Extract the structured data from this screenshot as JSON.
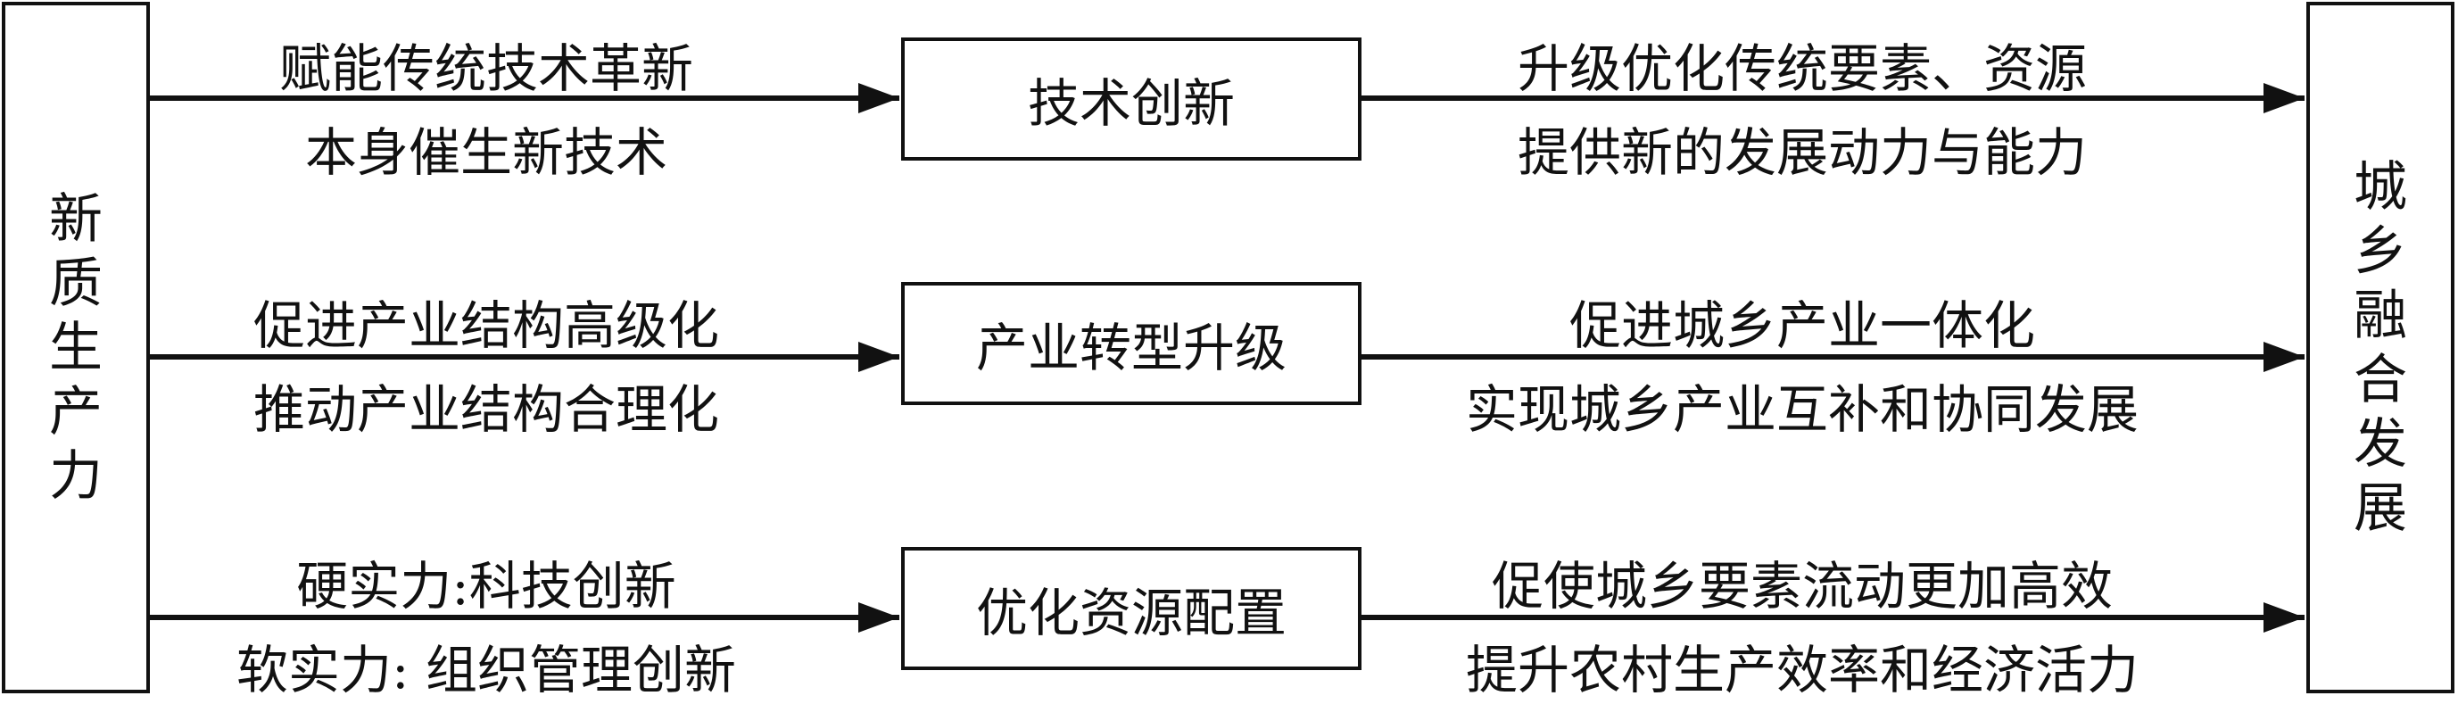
{
  "left_node": "新质生产力",
  "right_node": "城乡融合发展",
  "rows": [
    {
      "middle": "技术创新",
      "in_top": "赋能传统技术革新",
      "in_bottom": "本身催生新技术",
      "out_top": "升级优化传统要素、资源",
      "out_bottom": "提供新的发展动力与能力"
    },
    {
      "middle": "产业转型升级",
      "in_top": "促进产业结构高级化",
      "in_bottom": "推动产业结构合理化",
      "out_top": "促进城乡产业一体化",
      "out_bottom": "实现城乡产业互补和协同发展"
    },
    {
      "middle": "优化资源配置",
      "in_top": "硬实力:科技创新",
      "in_bottom": "软实力: 组织管理创新",
      "out_top": "促使城乡要素流动更加高效",
      "out_bottom": "提升农村生产效率和经济活力"
    }
  ]
}
